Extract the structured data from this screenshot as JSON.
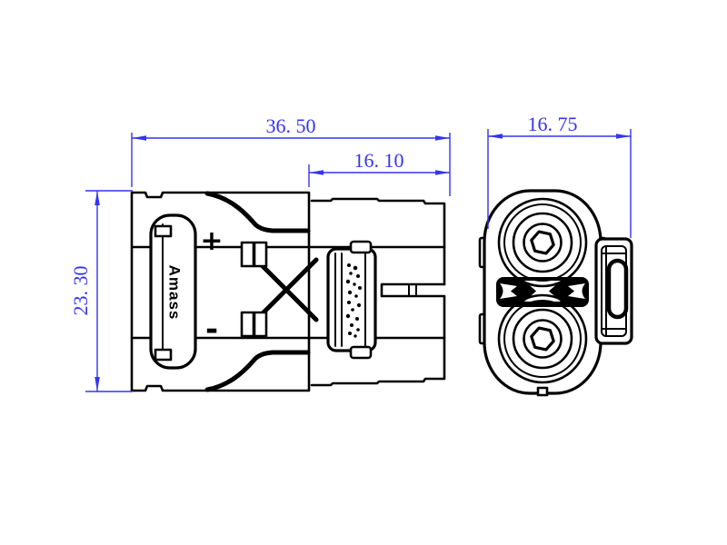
{
  "page": {
    "background": "#ffffff"
  },
  "colors": {
    "dimension_blue": "#3434f2",
    "drawing_black": "#000000"
  },
  "dimensions": {
    "overall_length": "36. 50",
    "nose_length": "16. 10",
    "front_width": "16. 75",
    "body_height": "23. 30"
  },
  "side_view": {
    "brand": "Amass",
    "positive": "+",
    "negative": "-"
  }
}
